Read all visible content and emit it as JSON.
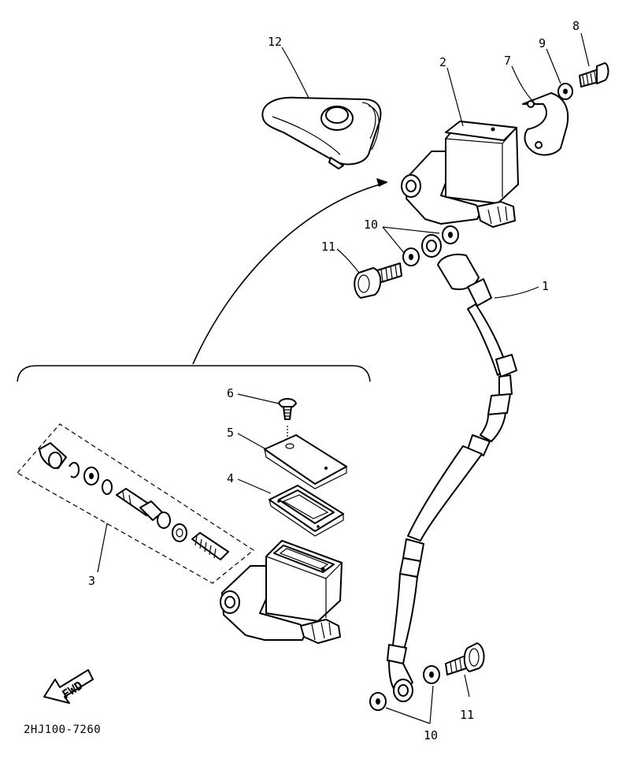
{
  "diagram": {
    "part_code": "2HJ100-7260",
    "fwd_label": "FWD",
    "labels": {
      "p1": "1",
      "p2": "2",
      "p3": "3",
      "p4": "4",
      "p5": "5",
      "p6": "6",
      "p7": "7",
      "p8": "8",
      "p9": "9",
      "p10_top": "10",
      "p10_bottom": "10",
      "p11_top": "11",
      "p11_bottom": "11",
      "p12": "12"
    }
  }
}
